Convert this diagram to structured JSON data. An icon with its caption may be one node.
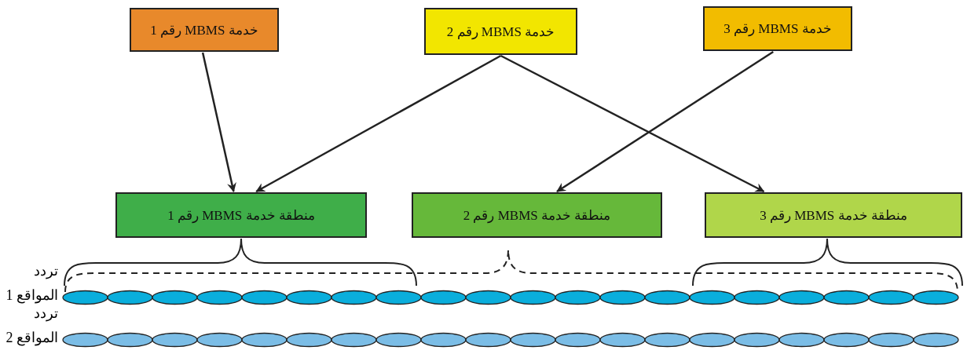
{
  "diagram": {
    "nodes": [
      {
        "text": [
          "خدمة MBMS رقم 1"
        ]
      },
      {
        "text": [
          "خدمة MBMS رقم 2"
        ]
      },
      {
        "text": [
          "خدمة MBMS رقم 3"
        ]
      },
      {
        "text": [
          "منطقة خدمة MBMS رقم 1"
        ]
      },
      {
        "text": [
          "منطقة خدمة MBMS رقم 2"
        ]
      },
      {
        "text": [
          "منطقة خدمة MBMS رقم 3"
        ]
      }
    ],
    "edges": [
      {
        "from": 0,
        "to": 3,
        "arrow": "to"
      },
      {
        "from": 1,
        "to": 3,
        "arrow": "to"
      },
      {
        "from": 1,
        "to": 5,
        "arrow": "to"
      },
      {
        "from": 2,
        "to": 4,
        "arrow": "to"
      }
    ],
    "labels": [
      "تردد المواقع 1",
      "تردد المواقع 2"
    ]
  }
}
